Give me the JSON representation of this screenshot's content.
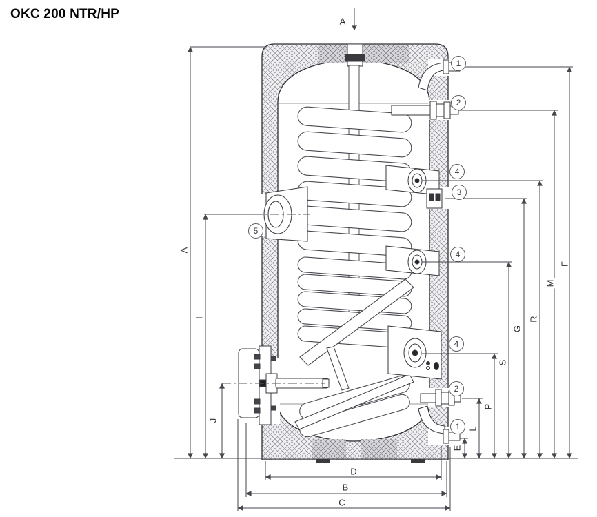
{
  "title": "OKC 200 NTR/HP",
  "section_arrow_label": "A",
  "dims": {
    "A": "A",
    "B": "B",
    "C": "C",
    "D": "D",
    "E": "E",
    "F": "F",
    "G": "G",
    "I": "I",
    "J": "J",
    "L": "L",
    "M": "M",
    "P": "P",
    "R": "R",
    "S": "S"
  },
  "callouts": [
    "1",
    "2",
    "4",
    "3",
    "4",
    "4",
    "2",
    "1",
    "5"
  ],
  "colors": {
    "line": "#2e2e33",
    "dim_line": "#46464c",
    "hatch": "#83838c",
    "insulation_bg": "#f1f1f4",
    "insulation_dark": "#d6d6db"
  }
}
